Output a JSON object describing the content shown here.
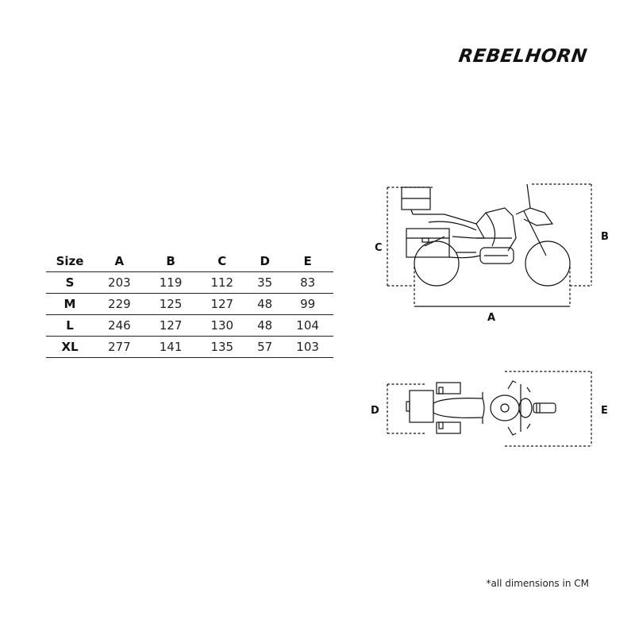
{
  "brand": {
    "logo_text": "REBELHORN"
  },
  "size_table": {
    "headers": [
      "Size",
      "A",
      "B",
      "C",
      "D",
      "E"
    ],
    "rows": [
      [
        "S",
        "203",
        "119",
        "112",
        "35",
        "83"
      ],
      [
        "M",
        "229",
        "125",
        "127",
        "48",
        "99"
      ],
      [
        "L",
        "246",
        "127",
        "130",
        "48",
        "104"
      ],
      [
        "XL",
        "277",
        "141",
        "135",
        "57",
        "103"
      ]
    ]
  },
  "diagram": {
    "side_view": {
      "label_a": "A",
      "label_b": "B",
      "label_c": "C"
    },
    "top_view": {
      "label_d": "D",
      "label_e": "E"
    }
  },
  "footnote": "*all dimensions in CM"
}
